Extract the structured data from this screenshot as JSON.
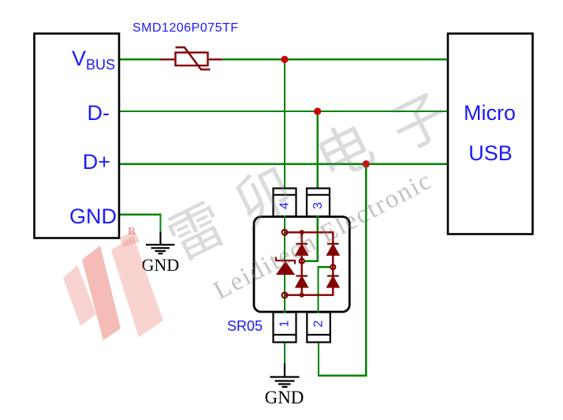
{
  "components": {
    "fuse": {
      "label": "SMD1206P075TF"
    },
    "left_connector": {
      "pin_vbus_main": "V",
      "pin_vbus_sub": "BUS",
      "pin_dminus": "D-",
      "pin_dplus": "D+",
      "pin_gnd": "GND"
    },
    "right_connector": {
      "line1": "Micro",
      "line2": "USB"
    },
    "tvs_array": {
      "label": "SR05",
      "pin_top_left": "4",
      "pin_top_right": "3",
      "pin_bottom_left": "1",
      "pin_bottom_right": "2"
    },
    "ground_left_label": "GND",
    "ground_bottom_label": "GND"
  },
  "watermark": {
    "cjk_chars": [
      "雷",
      "卯",
      "电",
      "子"
    ],
    "latin": "Leiditech Electronic",
    "registered_mark": "R"
  },
  "colors": {
    "wire": "#008400",
    "component": "#840000",
    "junction": "#cc0000",
    "label": "#1a1aff",
    "outline": "#000000",
    "logo_pink": "#ec8278"
  }
}
